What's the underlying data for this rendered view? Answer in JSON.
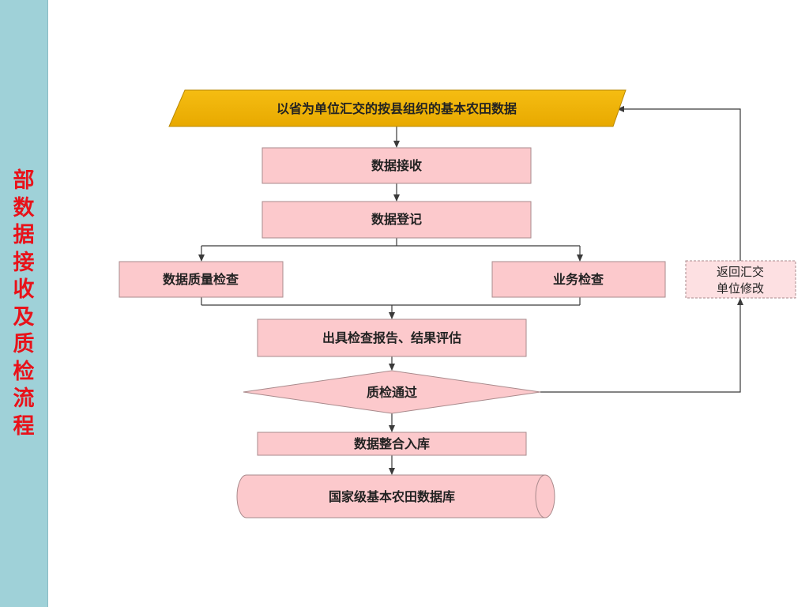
{
  "sidebar": {
    "title": "部数据接收及质检流程"
  },
  "flowchart": {
    "input": "以省为单位汇交的按县组织的基本农田数据",
    "receive": "数据接收",
    "register": "数据登记",
    "quality_check": "数据质量检查",
    "business_check": "业务检查",
    "report": "出具检查报告、结果评估",
    "decision": "质检通过",
    "return_line1": "返回汇交",
    "return_line2": "单位修改",
    "integrate": "数据整合入库",
    "database": "国家级基本农田数据库"
  },
  "colors": {
    "sidebar_bg": "#9fd1d8",
    "sidebar_text": "#e8121a",
    "input_fill": "#f2b705",
    "box_fill": "#fcc9cc",
    "return_box_fill": "#fde0e2"
  }
}
